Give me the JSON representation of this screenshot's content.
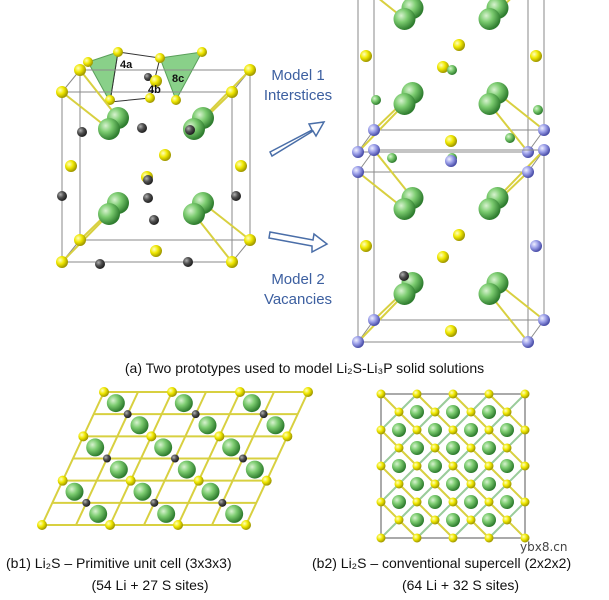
{
  "panel_a": {
    "inset_labels": [
      "4a",
      "4b",
      "8c"
    ],
    "model1": {
      "line1": "Model 1",
      "line2": "Interstices"
    },
    "model2": {
      "line1": "Model 2",
      "line2": "Vacancies"
    },
    "caption": "(a) Two prototypes used to model Li₂S-Li₃P solid solutions"
  },
  "panel_b1": {
    "caption_line1": "(b1) Li₂S – Primitive unit cell (3x3x3)",
    "caption_line2": "(54 Li + 27 S sites)"
  },
  "panel_b2": {
    "caption_line1": "(b2) Li₂S – conventional supercell (2x2x2)",
    "caption_line2": "(64 Li + 32 S sites)"
  },
  "watermark": "ybx8.cn",
  "colors": {
    "li_green": "#6cc46c",
    "s_yellow": "#e8e000",
    "p_purple": "#8a8ee0",
    "vacancy_dark": "#444444",
    "bond_line": "#888888",
    "label_blue": "#3c5fa0"
  }
}
